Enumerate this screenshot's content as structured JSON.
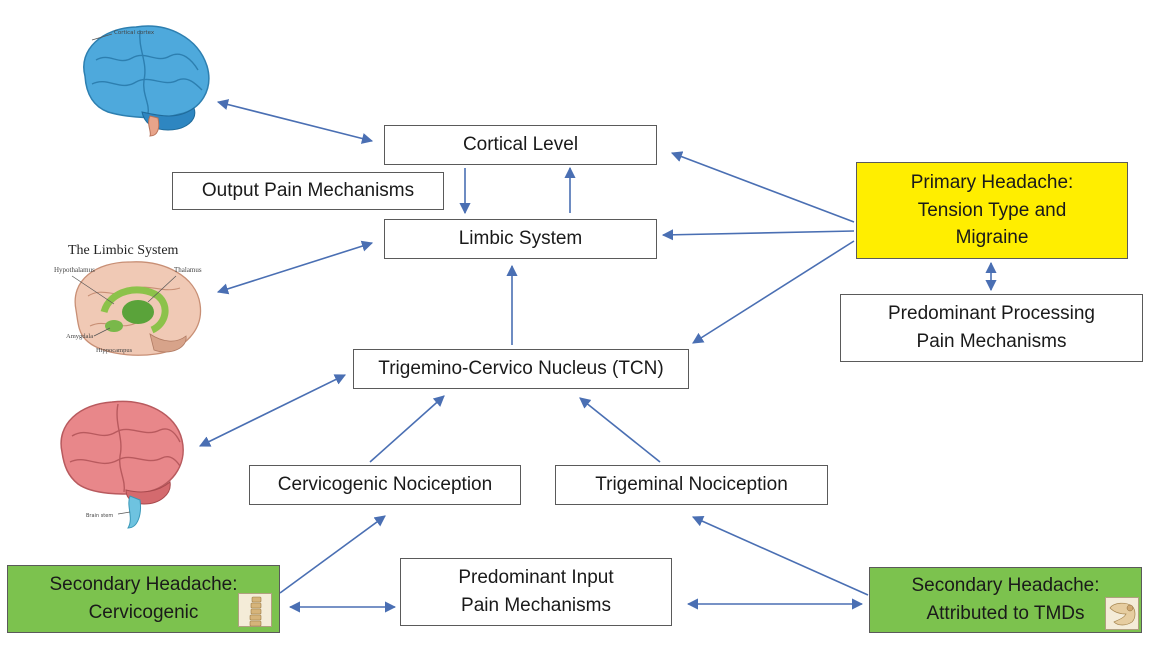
{
  "colors": {
    "arrow": "#4a6fb3",
    "primary_box": "#ffee00",
    "secondary_box": "#7cc24e",
    "brain_blue": "#4ea9dc",
    "brain_pink": "#e8878a"
  },
  "images": {
    "top_brain": {
      "icon": "brain-cortex-icon",
      "label": "Cortical cortex"
    },
    "limbic_brain": {
      "icon": "limbic-system-icon",
      "title": "The Limbic System",
      "labels": [
        "Hypothalamus",
        "Thalamus",
        "Amygdala",
        "Hippocampus"
      ]
    },
    "bottom_brain": {
      "icon": "brain-stem-icon",
      "label": "Brain stem"
    },
    "spine_icon": "cervical-spine-icon",
    "jaw_icon": "jaw-tmj-icon"
  },
  "boxes": {
    "cortical_level": [
      "Cortical Level"
    ],
    "output_pain": [
      "Output Pain Mechanisms"
    ],
    "limbic_system": [
      "Limbic System"
    ],
    "primary_headache": [
      "Primary Headache:",
      "Tension Type and",
      "Migraine"
    ],
    "predominant_processing": [
      "Predominant Processing",
      "Pain Mechanisms"
    ],
    "tcn": [
      "Trigemino-Cervico Nucleus (TCN)"
    ],
    "cervicogenic_nociception": [
      "Cervicogenic Nociception"
    ],
    "trigeminal_nociception": [
      "Trigeminal Nociception"
    ],
    "secondary_cervicogenic": [
      "Secondary Headache:",
      "Cervicogenic"
    ],
    "predominant_input": [
      "Predominant Input",
      "Pain Mechanisms"
    ],
    "secondary_tmd": [
      "Secondary Headache:",
      "Attributed to TMDs"
    ]
  }
}
